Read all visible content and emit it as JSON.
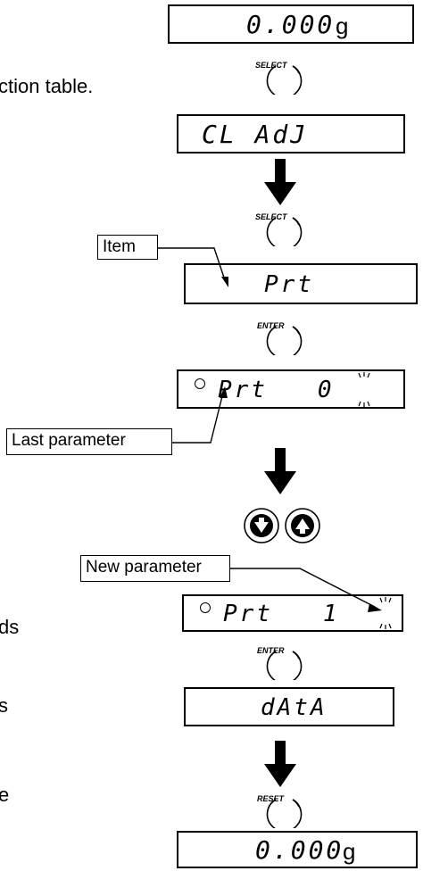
{
  "side_text": {
    "line1": "ction table.",
    "line2": "ds",
    "line3": "s",
    "line4": "e"
  },
  "displays": {
    "d1": {
      "text": "0.000",
      "unit": "g"
    },
    "d2": {
      "text": "CL AdJ"
    },
    "d3": {
      "text": "Prt"
    },
    "d4": {
      "text": "Prt   0"
    },
    "d5": {
      "text": "Prt   1"
    },
    "d6": {
      "text": "dAtA"
    },
    "d7": {
      "text": "0.000",
      "unit": "g"
    }
  },
  "keys": {
    "select_1": "SELECT",
    "select_2": "SELECT",
    "enter_1": "ENTER",
    "enter_2": "ENTER",
    "reset": "RESET"
  },
  "callouts": {
    "item": "Item",
    "last_parameter": "Last parameter",
    "new_parameter": "New parameter"
  },
  "icons": {
    "down": "down-arrow-key-icon",
    "up": "up-arrow-key-icon",
    "flow": "flow-arrow-icon"
  }
}
